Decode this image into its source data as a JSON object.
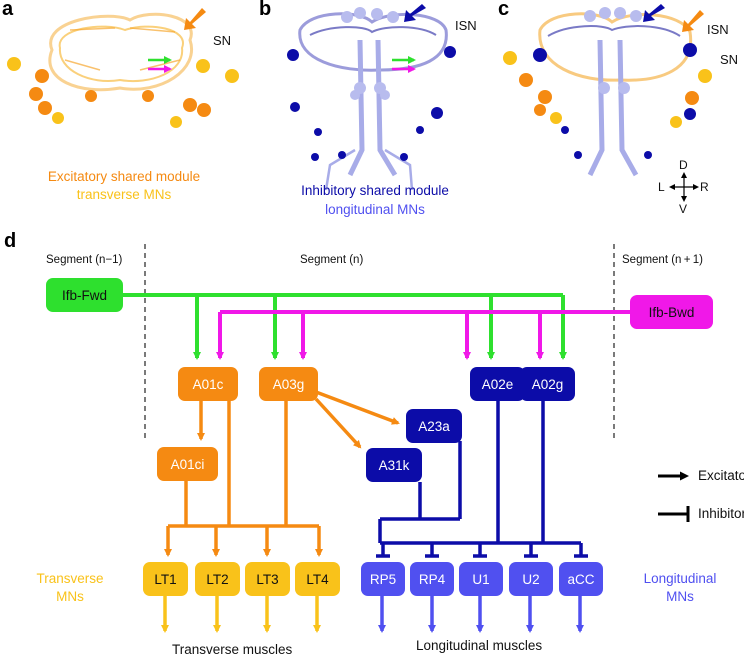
{
  "panels": {
    "a": {
      "letter": "a",
      "sn_label": "SN",
      "caption_line1": "Excitatory shared module",
      "caption_line2": "transverse MNs"
    },
    "b": {
      "letter": "b",
      "isn_label": "ISN",
      "caption_line1": "Inhibitory shared module",
      "caption_line2": "longitudinal MNs"
    },
    "c": {
      "letter": "c",
      "isn_label": "ISN",
      "sn_label": "SN",
      "compass": {
        "d": "D",
        "l": "L",
        "r": "R",
        "v": "V"
      }
    },
    "d": {
      "letter": "d",
      "segments": {
        "prev": "Segment (n−1)",
        "curr": "Segment (n)",
        "next": "Segment (n + 1)"
      },
      "inputs": {
        "fwd": "Ifb-Fwd",
        "bwd": "Ifb-Bwd"
      },
      "interneurons": {
        "a01c": "A01c",
        "a03g": "A03g",
        "a01ci": "A01ci",
        "a02e": "A02e",
        "a02g": "A02g",
        "a23a": "A23a",
        "a31k": "A31k"
      },
      "motor_neurons": {
        "transverse": [
          "LT1",
          "LT2",
          "LT3",
          "LT4"
        ],
        "longitudinal": [
          "RP5",
          "RP4",
          "U1",
          "U2",
          "aCC"
        ]
      },
      "group_labels": {
        "transverse_line1": "Transverse",
        "transverse_line2": "MNs",
        "longitudinal_line1": "Longitudinal",
        "longitudinal_line2": "MNs"
      },
      "muscles": {
        "transverse": "Transverse muscles",
        "longitudinal": "Longitudinal muscles"
      },
      "legend": {
        "excitatory": "Excitatory",
        "inhibitory": "Inhibitory"
      }
    }
  },
  "colors": {
    "green": "#2EE02E",
    "magenta": "#F018E8",
    "orange": "#F58A12",
    "yellow": "#F9C21A",
    "navy": "#0C0CA8",
    "blue": "#5050F0",
    "lavender": "#A8ACE8"
  }
}
